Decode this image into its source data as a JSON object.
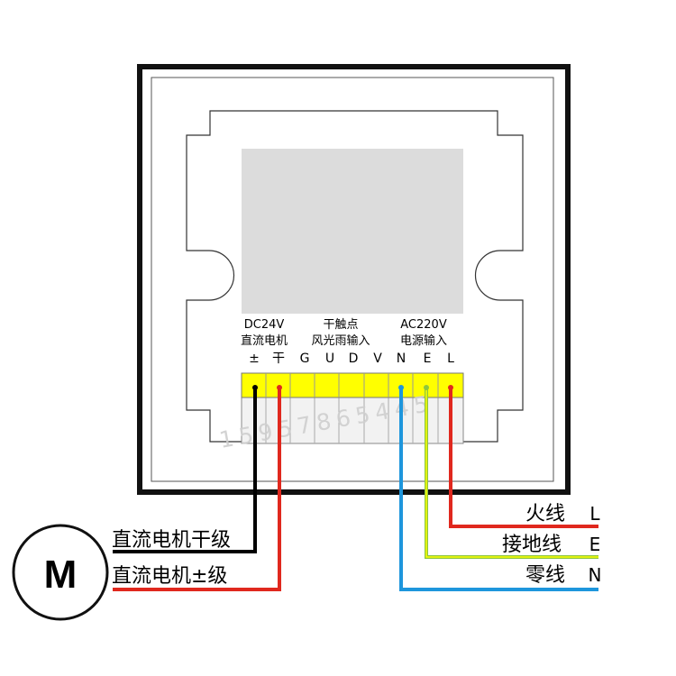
{
  "groups": {
    "dc": {
      "line1": "DC24V",
      "line2": "直流电机",
      "pins": [
        "±",
        "干"
      ]
    },
    "dry": {
      "line1": "干触点",
      "line2": "风光雨输入",
      "pins": [
        "G",
        "U",
        "D",
        "V"
      ]
    },
    "ac": {
      "line1": "AC220V",
      "line2": "电源输入",
      "pins": [
        "N",
        "E",
        "L"
      ]
    }
  },
  "wires": {
    "live": {
      "name": "火线",
      "code": "L",
      "color": "#e0281e"
    },
    "earth": {
      "name": "接地线",
      "code": "E",
      "color": "#8cc63f"
    },
    "neutral": {
      "name": "零线",
      "code": "N",
      "color": "#1e96dc"
    }
  },
  "motor": {
    "symbol": "M",
    "wire_dry": "直流电机干级",
    "wire_pm": "直流电机±级",
    "wire_dry_color": "#000000",
    "wire_pm_color": "#e0281e"
  },
  "watermark": "15957865445",
  "colors": {
    "terminal_fill": "#ffff00",
    "frame": "#111111"
  }
}
